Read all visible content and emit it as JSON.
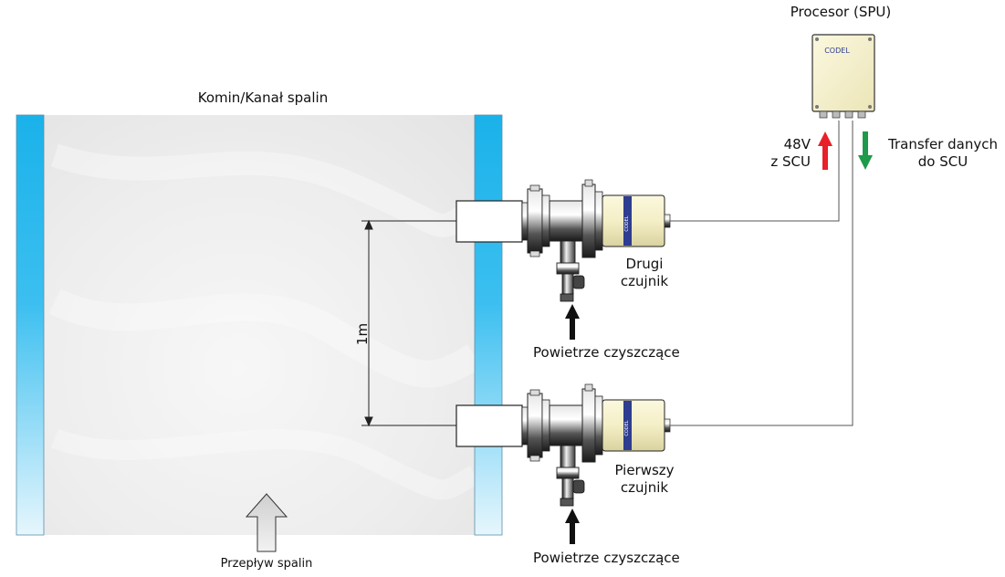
{
  "labels": {
    "stack": "Komin/Kanał spalin",
    "processor": "Procesor (SPU)",
    "processor_brand": "CODEL",
    "sensor_brand": "CODEL",
    "power_line1": "48V",
    "power_line2": "z SCU",
    "data_line1": "Transfer danych",
    "data_line2": "do SCU",
    "second_sensor_line1": "Drugi",
    "second_sensor_line2": "czujnik",
    "first_sensor_line1": "Pierwszy",
    "first_sensor_line2": "czujnik",
    "purge_air_upper": "Powietrze czyszczące",
    "purge_air_lower": "Powietrze czyszczące",
    "distance": "1m",
    "gas_flow": "Przepływ spalin"
  },
  "colors": {
    "duct_wall": "#1fb4ea",
    "duct_interior": "#eeeeee",
    "power_arrow": "#e8202a",
    "data_arrow": "#1e9a4a",
    "sensor_body": "#f4efc6",
    "sensor_band": "#2e3d8f"
  }
}
